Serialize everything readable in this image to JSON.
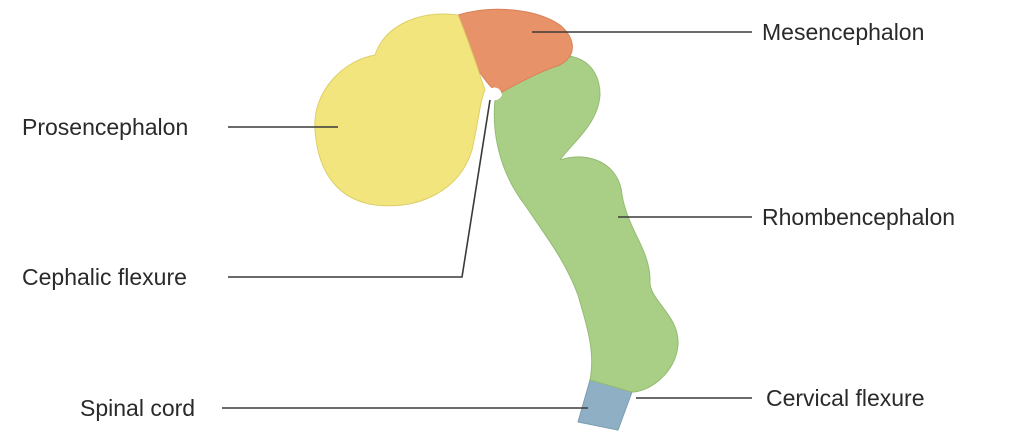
{
  "labels": {
    "prosencephalon": "Prosencephalon",
    "mesencephalon": "Mesencephalon",
    "rhombencephalon": "Rhombencephalon",
    "cephalic_flexure": "Cephalic flexure",
    "spinal_cord": "Spinal cord",
    "cervical_flexure": "Cervical flexure"
  },
  "colors": {
    "prosencephalon": "#f3e57e",
    "mesencephalon": "#e8926a",
    "rhombencephalon": "#a9cf86",
    "spinal_cord": "#8fb0c4",
    "leader_line": "#3a3a3a",
    "text": "#2a2a2a"
  }
}
